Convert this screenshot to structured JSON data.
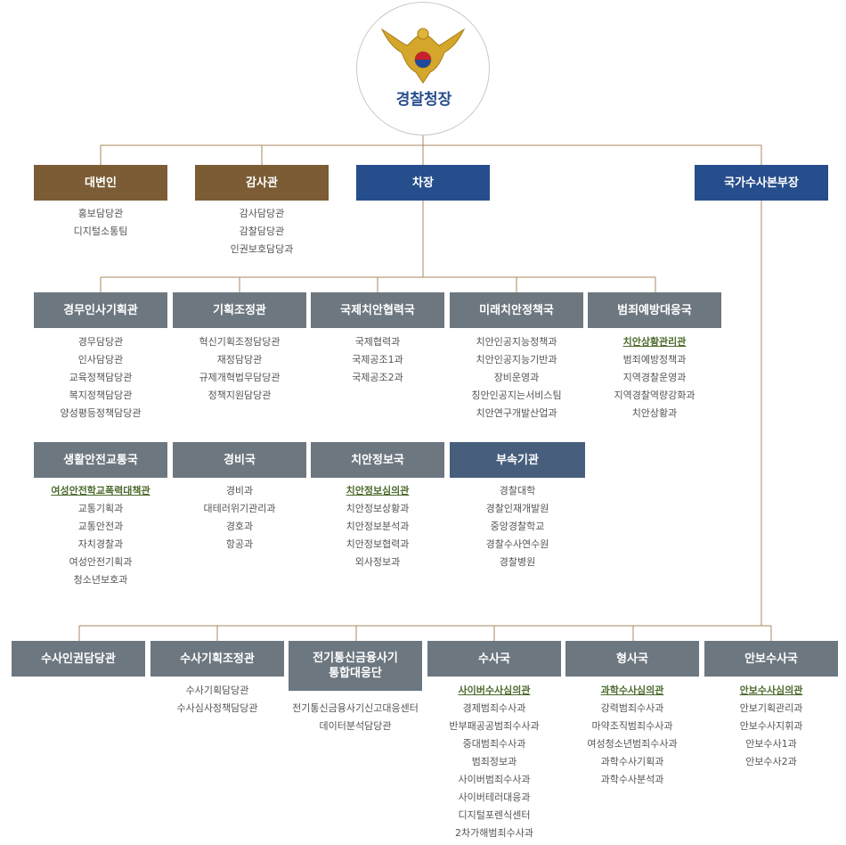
{
  "chief": {
    "title": "경찰청장"
  },
  "top": [
    {
      "name": "대변인",
      "items": [
        {
          "t": "홍보담당관"
        },
        {
          "t": "디지털소통팀"
        }
      ]
    },
    {
      "name": "감사관",
      "items": [
        {
          "t": "감사담당관"
        },
        {
          "t": "감찰담당관"
        },
        {
          "t": "인권보호담당과"
        }
      ]
    },
    {
      "name": "차장",
      "items": []
    },
    {
      "name": "국가수사본부장",
      "items": []
    }
  ],
  "row2": [
    {
      "name": "경무인사기획관",
      "items": [
        {
          "t": "경무담당관"
        },
        {
          "t": "인사담당관"
        },
        {
          "t": "교육정책담당관"
        },
        {
          "t": "복지정책담당관"
        },
        {
          "t": "양성평등정책담당관"
        }
      ]
    },
    {
      "name": "기획조정관",
      "items": [
        {
          "t": "혁신기획조정담당관"
        },
        {
          "t": "재정담당관"
        },
        {
          "t": "규제개혁법무담당관"
        },
        {
          "t": "정책지원담당관"
        }
      ]
    },
    {
      "name": "국제치안협력국",
      "items": [
        {
          "t": "국제협력과"
        },
        {
          "t": "국제공조1과"
        },
        {
          "t": "국제공조2과"
        }
      ]
    },
    {
      "name": "미래치안정책국",
      "items": [
        {
          "t": "치안인공지능정책과"
        },
        {
          "t": "치안인공지능기반과"
        },
        {
          "t": "장비운영과"
        },
        {
          "t": "칭안인공지는서비스팀"
        },
        {
          "t": "치안연구개발산업과"
        }
      ]
    },
    {
      "name": "범죄예방대응국",
      "items": [
        {
          "t": "치안상황관리관",
          "hl": true
        },
        {
          "t": "범죄예방정책과"
        },
        {
          "t": "지역경찰운영과"
        },
        {
          "t": "지역경찰역량강화과"
        },
        {
          "t": "치안상황과"
        }
      ]
    }
  ],
  "row3": [
    {
      "name": "생활안전교통국",
      "items": [
        {
          "t": "여성안전학교폭력대책관",
          "hl": true
        },
        {
          "t": "교통기획과"
        },
        {
          "t": "교통안전과"
        },
        {
          "t": "자치경찰과"
        },
        {
          "t": "여성안전기획과"
        },
        {
          "t": "청소년보호과"
        }
      ]
    },
    {
      "name": "경비국",
      "items": [
        {
          "t": "경비과"
        },
        {
          "t": "대테러위기관리과"
        },
        {
          "t": "경호과"
        },
        {
          "t": "항공과"
        }
      ]
    },
    {
      "name": "치안정보국",
      "items": [
        {
          "t": "치안정보심의관",
          "hl": true
        },
        {
          "t": "치안정보상황과"
        },
        {
          "t": "치안정보분석과"
        },
        {
          "t": "치안정보협력과"
        },
        {
          "t": "외사정보과"
        }
      ]
    },
    {
      "name": "부속기관",
      "items": [
        {
          "t": "경찰대학"
        },
        {
          "t": "경찰인재개발원"
        },
        {
          "t": "중앙경찰학교"
        },
        {
          "t": "경찰수사연수원"
        },
        {
          "t": "경찰병원"
        }
      ]
    }
  ],
  "row4": [
    {
      "name": "수사인권담당관",
      "items": []
    },
    {
      "name": "수사기획조정관",
      "items": [
        {
          "t": "수사기획담당관"
        },
        {
          "t": "수사심사정책담당관"
        }
      ]
    },
    {
      "name": "전기통신금융사기",
      "name2": "통합대응단",
      "items": [
        {
          "t": "전기통신금융사기신고대응센터"
        },
        {
          "t": "데이터분석담당관"
        }
      ]
    },
    {
      "name": "수사국",
      "items": [
        {
          "t": "사이버수사심의관",
          "hl": true
        },
        {
          "t": "경제범죄수사과"
        },
        {
          "t": "반부패공공범죄수사과"
        },
        {
          "t": "중대범죄수사과"
        },
        {
          "t": "범죄정보과"
        },
        {
          "t": "사이버범죄수사과"
        },
        {
          "t": "사이버테러대응과"
        },
        {
          "t": "디지털포렌식센터"
        },
        {
          "t": "2차가해범죄수사과"
        }
      ]
    },
    {
      "name": "형사국",
      "items": [
        {
          "t": "과학수사심의관",
          "hl": true
        },
        {
          "t": "강력범죄수사과"
        },
        {
          "t": "마약조직범죄수사과"
        },
        {
          "t": "여성청소년범죄수사과"
        },
        {
          "t": "과학수사기획과"
        },
        {
          "t": "과학수사분석과"
        }
      ]
    },
    {
      "name": "안보수사국",
      "items": [
        {
          "t": "안보수사심의관",
          "hl": true
        },
        {
          "t": "안보기획관리과"
        },
        {
          "t": "안보수사지휘과"
        },
        {
          "t": "안보수사1과"
        },
        {
          "t": "안보수사2과"
        }
      ]
    }
  ]
}
